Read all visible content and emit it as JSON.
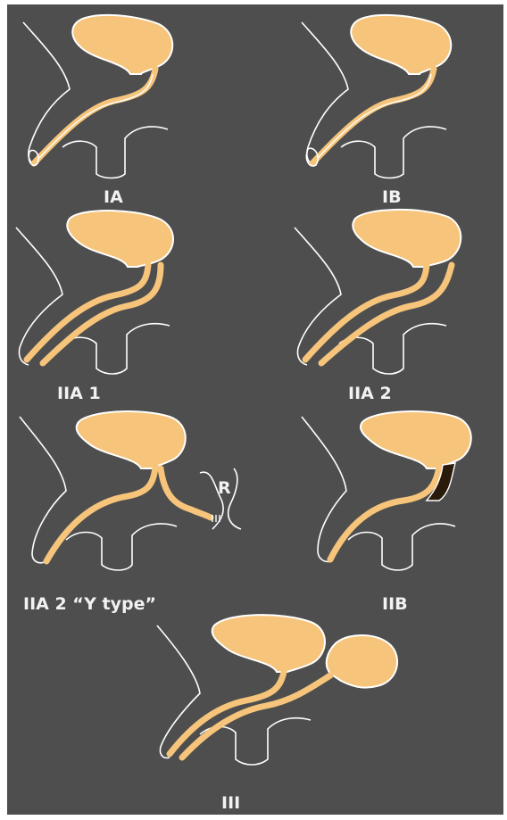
{
  "figure": {
    "panels": [
      {
        "id": "IA",
        "label": "IA"
      },
      {
        "id": "IB",
        "label": "IB"
      },
      {
        "id": "IIA1",
        "label": "IIA 1"
      },
      {
        "id": "IIA2",
        "label": "IIA 2"
      },
      {
        "id": "IIA2Y",
        "label": "IIA 2 “Y type”",
        "annotation": "R"
      },
      {
        "id": "IIB",
        "label": "IIB"
      },
      {
        "id": "III",
        "label": "III"
      }
    ],
    "colors": {
      "background": "#4e4e4e",
      "bladder": "#f6c47a",
      "outline": "#ffffff",
      "dark_segment": "#2a1a0a",
      "label": "#f2f2f2"
    }
  }
}
